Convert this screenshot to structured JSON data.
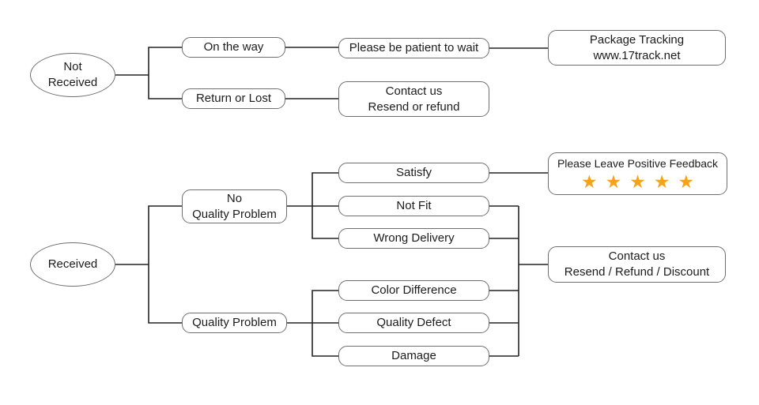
{
  "diagram": {
    "type": "flowchart",
    "colors": {
      "line": "#242424",
      "box_border": "#6e6e6e",
      "text": "#1c1c1c",
      "star": "#F6A21B",
      "background": "#ffffff"
    },
    "nodes": {
      "not_received": {
        "label": "Not\nReceived",
        "shape": "ellipse"
      },
      "on_the_way": {
        "label": "On the way",
        "shape": "rounded-rect"
      },
      "return_or_lost": {
        "label": "Return or Lost",
        "shape": "rounded-rect"
      },
      "be_patient": {
        "label": "Please be patient to wait",
        "shape": "rounded-rect"
      },
      "package_tracking": {
        "label": "Package Tracking\nwww.17track.net",
        "shape": "rounded-rect"
      },
      "contact_resend_refund": {
        "label": "Contact us\nResend or refund",
        "shape": "rounded-rect"
      },
      "received": {
        "label": "Received",
        "shape": "ellipse"
      },
      "no_quality_problem": {
        "label": "No\nQuality Problem",
        "shape": "rounded-rect"
      },
      "quality_problem": {
        "label": "Quality Problem",
        "shape": "rounded-rect"
      },
      "satisfy": {
        "label": "Satisfy",
        "shape": "rounded-rect"
      },
      "not_fit": {
        "label": "Not Fit",
        "shape": "rounded-rect"
      },
      "wrong_delivery": {
        "label": "Wrong Delivery",
        "shape": "rounded-rect"
      },
      "color_difference": {
        "label": "Color Difference",
        "shape": "rounded-rect"
      },
      "quality_defect": {
        "label": "Quality Defect",
        "shape": "rounded-rect"
      },
      "damage": {
        "label": "Damage",
        "shape": "rounded-rect"
      },
      "positive_feedback": {
        "label": "Please Leave Positive Feedback",
        "star_icon": "★",
        "star_count": 5,
        "shape": "rounded-rect"
      },
      "contact_resend_refund_discount": {
        "label": "Contact us\nResend / Refund / Discount",
        "shape": "rounded-rect"
      }
    },
    "edges": [
      {
        "from": "not_received",
        "to": "on_the_way"
      },
      {
        "from": "not_received",
        "to": "return_or_lost"
      },
      {
        "from": "on_the_way",
        "to": "be_patient"
      },
      {
        "from": "be_patient",
        "to": "package_tracking"
      },
      {
        "from": "return_or_lost",
        "to": "contact_resend_refund"
      },
      {
        "from": "received",
        "to": "no_quality_problem"
      },
      {
        "from": "received",
        "to": "quality_problem"
      },
      {
        "from": "no_quality_problem",
        "to": "satisfy"
      },
      {
        "from": "no_quality_problem",
        "to": "not_fit"
      },
      {
        "from": "no_quality_problem",
        "to": "wrong_delivery"
      },
      {
        "from": "quality_problem",
        "to": "color_difference"
      },
      {
        "from": "quality_problem",
        "to": "quality_defect"
      },
      {
        "from": "quality_problem",
        "to": "damage"
      },
      {
        "from": "satisfy",
        "to": "positive_feedback"
      },
      {
        "from": "not_fit",
        "to": "contact_resend_refund_discount"
      },
      {
        "from": "wrong_delivery",
        "to": "contact_resend_refund_discount"
      },
      {
        "from": "color_difference",
        "to": "contact_resend_refund_discount"
      },
      {
        "from": "quality_defect",
        "to": "contact_resend_refund_discount"
      },
      {
        "from": "damage",
        "to": "contact_resend_refund_discount"
      }
    ]
  }
}
